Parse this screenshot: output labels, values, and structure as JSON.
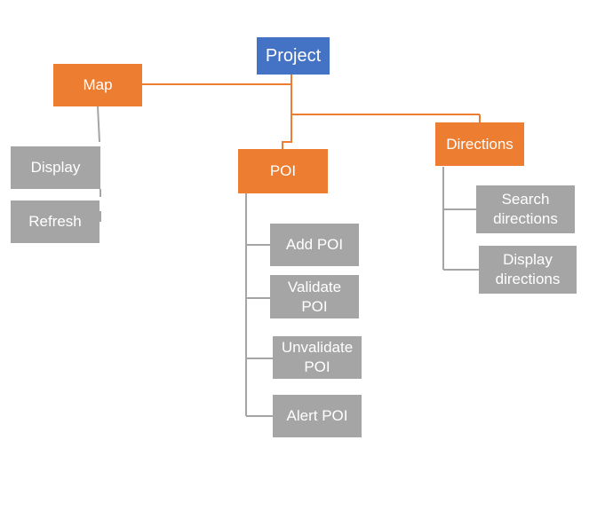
{
  "colors": {
    "root": "#4472c4",
    "branch": "#ed7d31",
    "leaf": "#a5a5a5",
    "connector": "#ed7d31",
    "connector_gray": "#a5a5a5"
  },
  "diagram": {
    "root": {
      "label": "Project"
    },
    "map": {
      "label": "Map",
      "children": [
        {
          "label": "Display"
        },
        {
          "label": "Refresh"
        }
      ]
    },
    "poi": {
      "label": "POI",
      "children": [
        {
          "label": "Add POI"
        },
        {
          "label": "Validate POI"
        },
        {
          "label": "Unvalidate POI"
        },
        {
          "label": "Alert POI"
        }
      ]
    },
    "directions": {
      "label": "Directions",
      "children": [
        {
          "label": "Search directions"
        },
        {
          "label": "Display directions"
        }
      ]
    }
  }
}
